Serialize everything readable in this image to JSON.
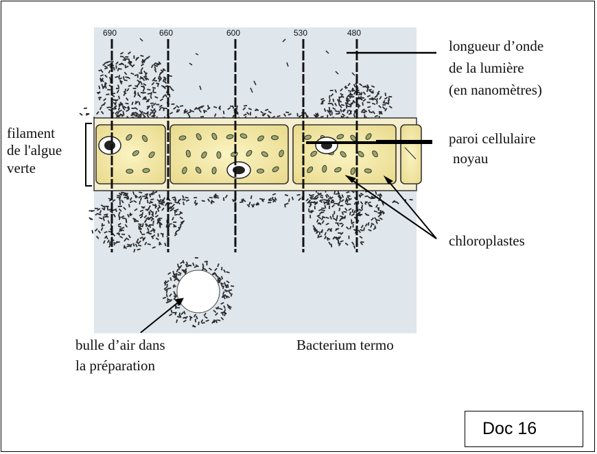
{
  "wavelengths": [
    "690",
    "660",
    "600",
    "530",
    "480"
  ],
  "labels": {
    "wavelength": [
      "longueur d’onde",
      "de la lumière",
      "(en nanomètres)"
    ],
    "filament": [
      "filament",
      "de l'algue",
      "verte"
    ],
    "paroi": "paroi cellulaire",
    "noyau": "noyau",
    "chloroplastes": "chloroplastes",
    "bulle": [
      "bulle d’air dans",
      "la préparation"
    ],
    "bacterium": "Bacterium termo"
  },
  "doc_label": "Doc 16",
  "colors": {
    "background_panel": "#dfe6ec",
    "cell_fill": "#f3e9a6",
    "chloroplast": "#9aa86a",
    "bacteria": "#2a2a2a"
  }
}
